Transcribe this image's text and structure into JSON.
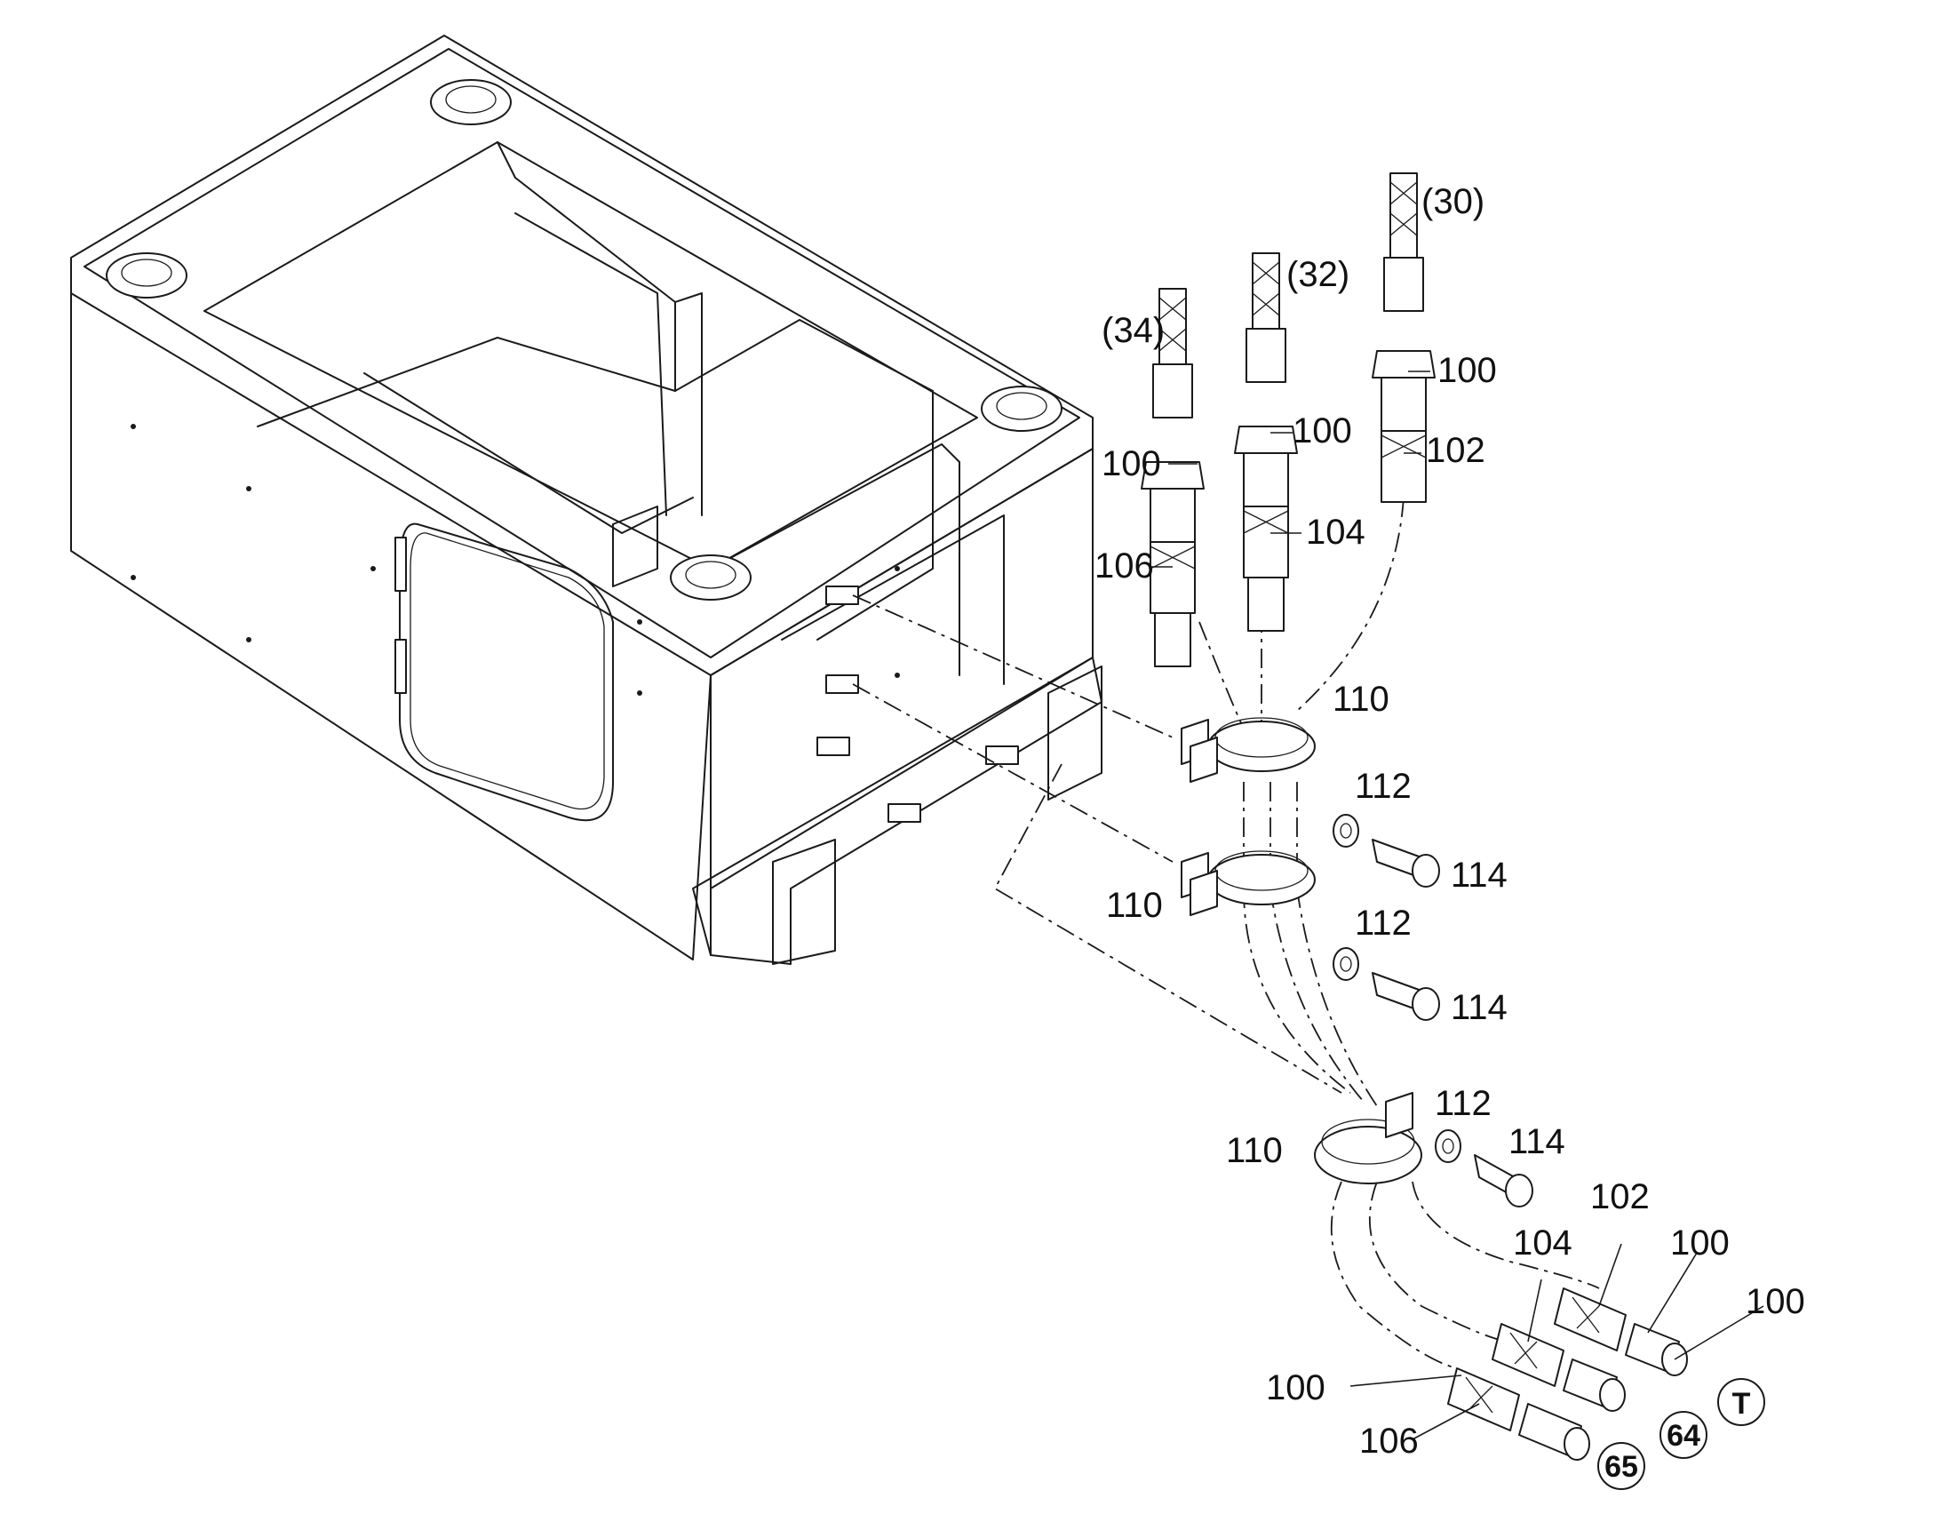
{
  "labels": {
    "ref_34": "(34)",
    "ref_32": "(32)",
    "ref_30": "(30)",
    "p100_a": "100",
    "p100_b": "100",
    "p100_c": "100",
    "p102_top": "102",
    "p104_top": "104",
    "p106_top": "106",
    "p110_a": "110",
    "p110_b": "110",
    "p110_c": "110",
    "p112_a": "112",
    "p112_b": "112",
    "p112_c": "112",
    "p114_a": "114",
    "p114_b": "114",
    "p114_c": "114",
    "p102_bot": "102",
    "p104_bot": "104",
    "p100_bot_a": "100",
    "p100_bot_b": "100",
    "p100_bot_c": "100",
    "p106_bot": "106"
  },
  "ports": {
    "t": "T",
    "p64": "64",
    "p65": "65"
  }
}
